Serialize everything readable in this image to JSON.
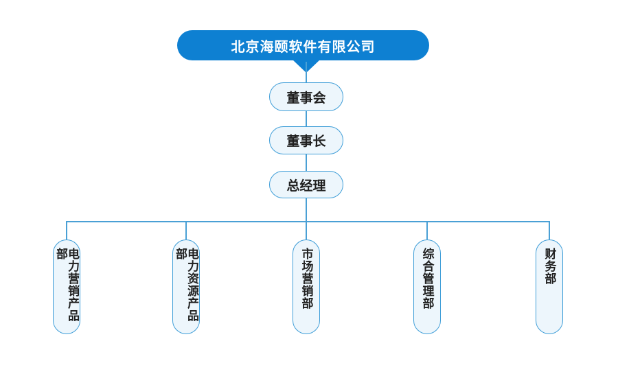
{
  "chart": {
    "type": "org-chart",
    "root": {
      "label": "北京海颐软件有限公司"
    },
    "levels": [
      {
        "label": "董事会"
      },
      {
        "label": "董事长"
      },
      {
        "label": "总经理"
      }
    ],
    "departments": [
      {
        "label": "电力营销产品部"
      },
      {
        "label": "电力资源产品部"
      },
      {
        "label": "市场营销部"
      },
      {
        "label": "综合管理部"
      },
      {
        "label": "财务部"
      }
    ],
    "colors": {
      "root_fill": "#0e80d2",
      "root_text": "#ffffff",
      "node_fill": "#edf6fc",
      "node_border": "#3f9ed8",
      "node_text": "#1f1f1f",
      "connector_line": "#4aa0d5",
      "background": "#ffffff"
    }
  }
}
